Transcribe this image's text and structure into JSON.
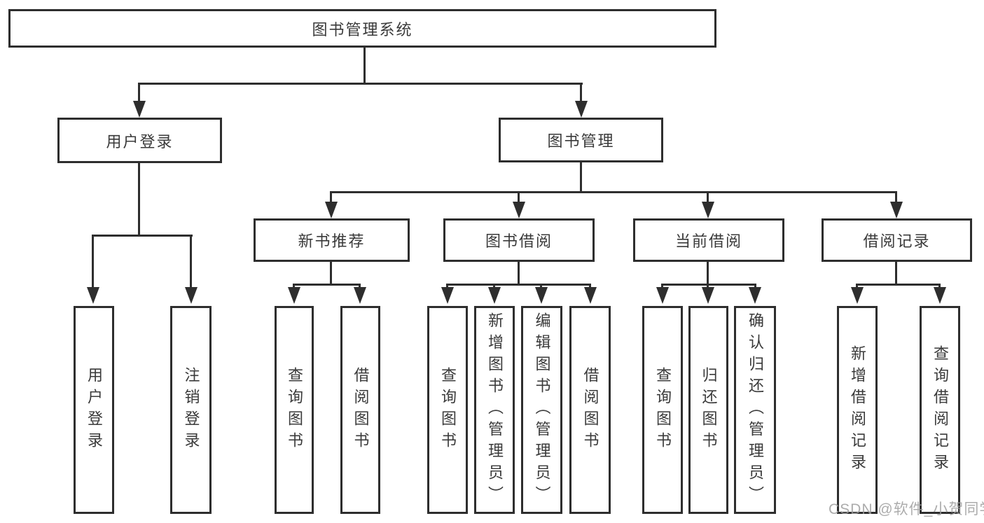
{
  "tree": {
    "label": "图书管理系统",
    "children": [
      {
        "label": "用户登录",
        "children": [
          {
            "label": "用户登录"
          },
          {
            "label": "注销登录"
          }
        ]
      },
      {
        "label": "图书管理",
        "children": [
          {
            "label": "新书推荐",
            "children": [
              {
                "label": "查询图书"
              },
              {
                "label": "借阅图书"
              }
            ]
          },
          {
            "label": "图书借阅",
            "children": [
              {
                "label": "查询图书"
              },
              {
                "label": "新增图书（管理员）"
              },
              {
                "label": "编辑图书（管理员）"
              },
              {
                "label": "借阅图书"
              }
            ]
          },
          {
            "label": "当前借阅",
            "children": [
              {
                "label": "查询图书"
              },
              {
                "label": "归还图书"
              },
              {
                "label": "确认归还（管理员）"
              }
            ]
          },
          {
            "label": "借阅记录",
            "children": [
              {
                "label": "新增借阅记录"
              },
              {
                "label": "查询借阅记录"
              }
            ]
          }
        ]
      }
    ]
  },
  "watermark": {
    "text": "CSDN @软件_小贺同学"
  },
  "colors": {
    "line": "#2e2e2e",
    "node_text": "#3a3a3a",
    "watermark": "#9e9e9e",
    "background": "#ffffff"
  }
}
